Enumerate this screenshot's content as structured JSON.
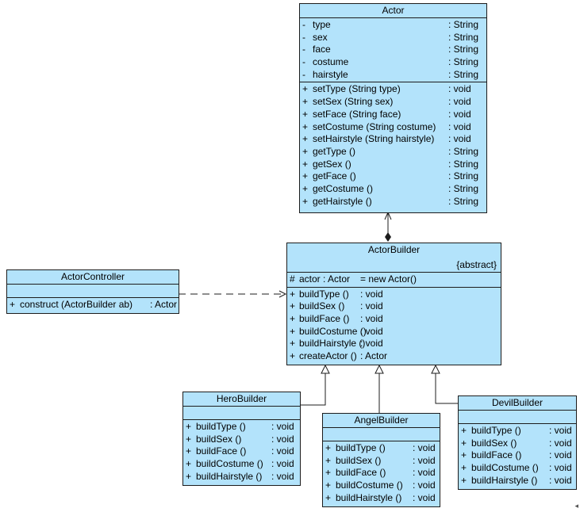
{
  "classes": {
    "actor": {
      "name": "Actor",
      "attributes": [
        {
          "vis": "-",
          "name": "type",
          "type": ": String"
        },
        {
          "vis": "-",
          "name": "sex",
          "type": ": String"
        },
        {
          "vis": "-",
          "name": "face",
          "type": ": String"
        },
        {
          "vis": "-",
          "name": "costume",
          "type": ": String"
        },
        {
          "vis": "-",
          "name": "hairstyle",
          "type": ": String"
        }
      ],
      "operations": [
        {
          "vis": "+",
          "name": "setType (String type)",
          "type": ": void"
        },
        {
          "vis": "+",
          "name": "setSex (String sex)",
          "type": ": void"
        },
        {
          "vis": "+",
          "name": "setFace (String face)",
          "type": ": void"
        },
        {
          "vis": "+",
          "name": "setCostume (String costume)",
          "type": ": void"
        },
        {
          "vis": "+",
          "name": "setHairstyle (String hairstyle)",
          "type": ": void"
        },
        {
          "vis": "+",
          "name": "getType ()",
          "type": ": String"
        },
        {
          "vis": "+",
          "name": "getSex ()",
          "type": ": String"
        },
        {
          "vis": "+",
          "name": "getFace ()",
          "type": ": String"
        },
        {
          "vis": "+",
          "name": "getCostume ()",
          "type": ": String"
        },
        {
          "vis": "+",
          "name": "getHairstyle ()",
          "type": ": String"
        }
      ]
    },
    "actor_builder": {
      "name": "ActorBuilder",
      "stereotype": "{abstract}",
      "attributes": [
        {
          "vis": "#",
          "name": "actor  : Actor",
          "type": "= new Actor()"
        }
      ],
      "operations": [
        {
          "vis": "+",
          "name": "buildType ()",
          "type": ": void"
        },
        {
          "vis": "+",
          "name": "buildSex ()",
          "type": ": void"
        },
        {
          "vis": "+",
          "name": "buildFace ()",
          "type": ": void"
        },
        {
          "vis": "+",
          "name": "buildCostume ()",
          "type": ": void"
        },
        {
          "vis": "+",
          "name": "buildHairstyle ()",
          "type": ": void"
        },
        {
          "vis": "+",
          "name": "createActor ()",
          "type": ": Actor"
        }
      ]
    },
    "actor_controller": {
      "name": "ActorController",
      "attributes": [],
      "operations": [
        {
          "vis": "+",
          "name": "construct (ActorBuilder ab)",
          "type": ": Actor"
        }
      ]
    },
    "hero_builder": {
      "name": "HeroBuilder",
      "attributes": [],
      "operations": [
        {
          "vis": "+",
          "name": "buildType ()",
          "type": ": void"
        },
        {
          "vis": "+",
          "name": "buildSex ()",
          "type": ": void"
        },
        {
          "vis": "+",
          "name": "buildFace ()",
          "type": ": void"
        },
        {
          "vis": "+",
          "name": "buildCostume ()",
          "type": ": void"
        },
        {
          "vis": "+",
          "name": "buildHairstyle ()",
          "type": ": void"
        }
      ]
    },
    "angel_builder": {
      "name": "AngelBuilder",
      "attributes": [],
      "operations": [
        {
          "vis": "+",
          "name": "buildType ()",
          "type": ": void"
        },
        {
          "vis": "+",
          "name": "buildSex ()",
          "type": ": void"
        },
        {
          "vis": "+",
          "name": "buildFace ()",
          "type": ": void"
        },
        {
          "vis": "+",
          "name": "buildCostume ()",
          "type": ": void"
        },
        {
          "vis": "+",
          "name": "buildHairstyle ()",
          "type": ": void"
        }
      ]
    },
    "devil_builder": {
      "name": "DevilBuilder",
      "attributes": [],
      "operations": [
        {
          "vis": "+",
          "name": "buildType ()",
          "type": ": void"
        },
        {
          "vis": "+",
          "name": "buildSex ()",
          "type": ": void"
        },
        {
          "vis": "+",
          "name": "buildFace ()",
          "type": ": void"
        },
        {
          "vis": "+",
          "name": "buildCostume ()",
          "type": ": void"
        },
        {
          "vis": "+",
          "name": "buildHairstyle ()",
          "type": ": void"
        }
      ]
    }
  },
  "relationships": [
    {
      "kind": "composition",
      "whole": "ActorBuilder",
      "part": "Actor"
    },
    {
      "kind": "dependency",
      "from": "ActorController",
      "to": "ActorBuilder"
    },
    {
      "kind": "generalization",
      "child": "HeroBuilder",
      "parent": "ActorBuilder"
    },
    {
      "kind": "generalization",
      "child": "AngelBuilder",
      "parent": "ActorBuilder"
    },
    {
      "kind": "generalization",
      "child": "DevilBuilder",
      "parent": "ActorBuilder"
    }
  ],
  "colors": {
    "class_fill": "#b3e3fb",
    "border": "#1c1c1c",
    "background": "#ffffff"
  }
}
